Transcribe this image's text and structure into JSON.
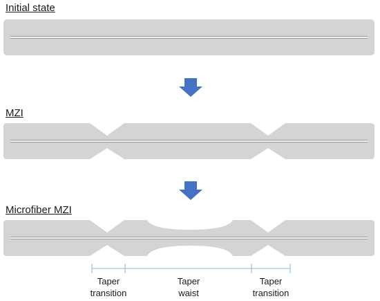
{
  "stages": {
    "initial": "Initial state",
    "mzi": "MZI",
    "microfiber": "Microfiber MZI"
  },
  "regions": {
    "left_transition": {
      "line1": "Taper",
      "line2": "transition"
    },
    "waist": {
      "line1": "Taper",
      "line2": "waist"
    },
    "right_transition": {
      "line1": "Taper",
      "line2": "transition"
    }
  },
  "colors": {
    "fiber_fill": "#d4d4d4",
    "core": "#f2f2f2",
    "core_edge": "#9a9a9a",
    "arrow": "#4472c4",
    "bracket": "#8fb0d9"
  }
}
